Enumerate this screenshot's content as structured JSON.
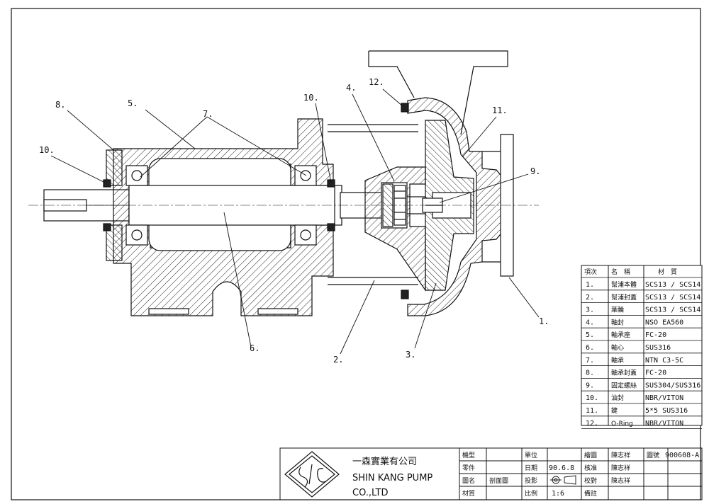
{
  "part_labels": [
    "1.",
    "2.",
    "3.",
    "4.",
    "5.",
    "6.",
    "7.",
    "8.",
    "9.",
    "10.",
    "10.",
    "11.",
    "12."
  ],
  "parts_table": {
    "headers": [
      "項次",
      "名　稱",
      "材　質"
    ],
    "rows": [
      {
        "no": "1.",
        "name": "幫浦本體",
        "material": "SCS13 / SCS14"
      },
      {
        "no": "2.",
        "name": "幫浦封蓋",
        "material": "SCS13 / SCS14"
      },
      {
        "no": "3.",
        "name": "葉輪",
        "material": "SCS13 / SCS14"
      },
      {
        "no": "4.",
        "name": "軸封",
        "material": "NSO EA560"
      },
      {
        "no": "5.",
        "name": "軸承座",
        "material": "FC-20"
      },
      {
        "no": "6.",
        "name": "軸心",
        "material": "SUS316"
      },
      {
        "no": "7.",
        "name": "軸承",
        "material": "NTN C3-5C"
      },
      {
        "no": "8.",
        "name": "軸承封蓋",
        "material": "FC-20"
      },
      {
        "no": "9.",
        "name": "固定螺絲",
        "material": "SUS304/SUS316"
      },
      {
        "no": "10.",
        "name": "油封",
        "material": "NBR/VITON"
      },
      {
        "no": "11.",
        "name": "鍵",
        "material": "5*5 SUS316"
      },
      {
        "no": "12.",
        "name": "O-Ring",
        "material": "NBR/VITON"
      }
    ]
  },
  "title_block": {
    "company_cn": "一森實業有公司",
    "company_en_1": "SHIN KANG PUMP",
    "company_en_2": "CO.,LTD",
    "model_label": "機型",
    "part_label": "零件",
    "drawing_name_label": "圖名",
    "drawing_name_value": "剖面圖",
    "material_label": "材質",
    "unit_label": "單位",
    "date_label": "日期",
    "date_value": "90.6.8",
    "projection_label": "投影",
    "scale_label": "比例",
    "scale_value": "1:6",
    "drawn_label": "繪圖",
    "drawn_value": "陳志祥",
    "approved_label": "核准",
    "approved_value": "陳志祥",
    "checked_label": "校對",
    "checked_value": "陳志祥",
    "remarks_label": "備註",
    "drawing_no_label": "圖號",
    "drawing_no_value": "900608-A"
  }
}
